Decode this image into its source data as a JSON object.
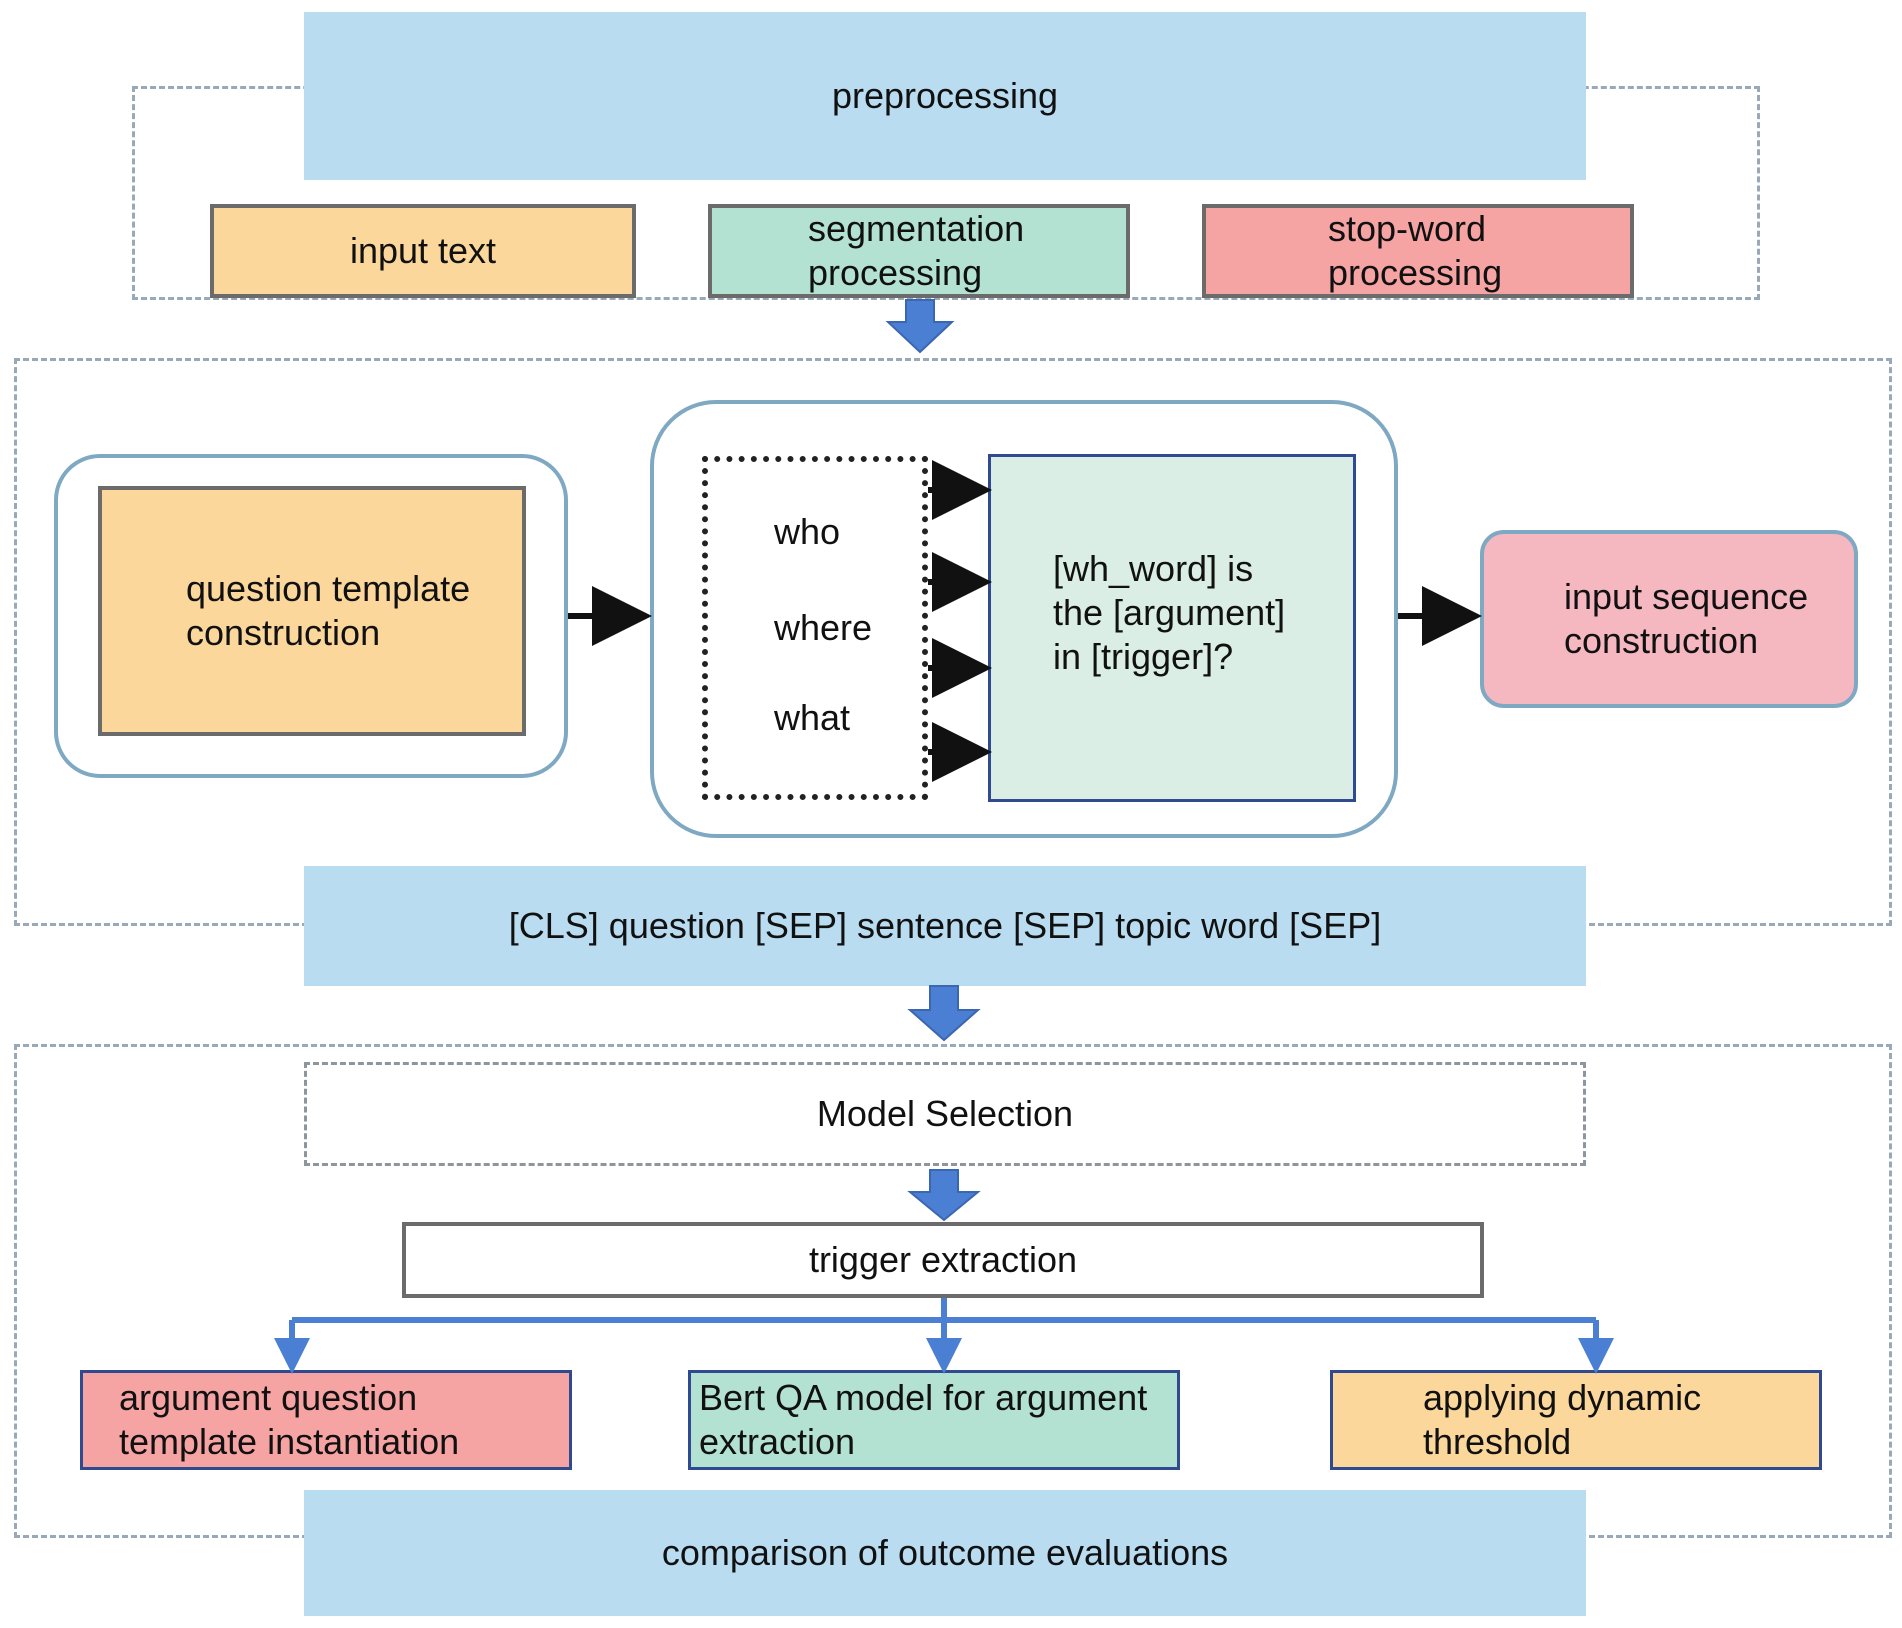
{
  "preprocessing": {
    "title": "preprocessing",
    "steps": [
      {
        "label": "input text"
      },
      {
        "label": "segmentation processing"
      },
      {
        "label": "stop-word processing"
      }
    ]
  },
  "question_stage": {
    "template_label": "question template construction",
    "wh_words": [
      "who",
      "where",
      "what"
    ],
    "template_text": "[wh_word]  is the  [argument] in  [trigger]?",
    "input_sequence_label": "input sequence construction",
    "sequence_format": "[CLS] question [SEP] sentence [SEP] topic word  [SEP]"
  },
  "model_stage": {
    "model_selection": "Model Selection",
    "trigger_extraction": "trigger extraction",
    "branches": [
      {
        "label": "argument question template instantiation",
        "color": "#f6a3a4"
      },
      {
        "label": "Bert QA model for argument extraction",
        "color": "#b3e2d2"
      },
      {
        "label": "applying dynamic threshold",
        "color": "#fbd79c"
      }
    ],
    "comparison": "comparison of outcome evaluations"
  },
  "colors": {
    "band": "#b9dcf1",
    "arrow": "#4a7fd3",
    "orange": "#fbd79c",
    "green": "#b3e2d2",
    "red": "#f6a3a4",
    "pink": "#f5b8c1"
  }
}
